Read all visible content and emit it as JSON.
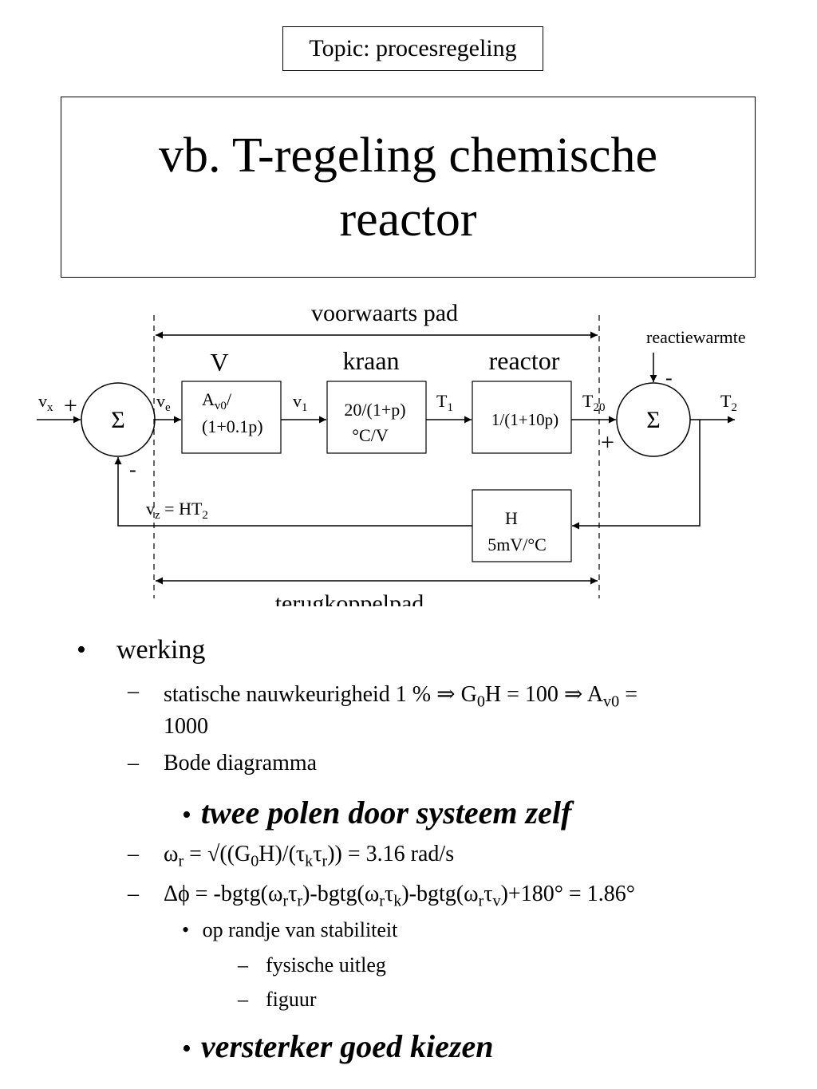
{
  "topic": "Topic: procesregeling",
  "title": {
    "line1": "vb. T-regeling chemische",
    "line2": "reactor"
  },
  "diagram": {
    "forward_path_label": "voorwaarts pad",
    "feedback_path_label": "terugkoppelpad",
    "reaction_heat_label": "reactiewarmte",
    "sum_symbol": "Σ",
    "block_labels": {
      "v": "V",
      "kraan": "kraan",
      "reactor": "reactor"
    },
    "amp_block": {
      "a": "A",
      "a_sub": "v0",
      "a_tail": "/",
      "line2": "(1+0.1p)"
    },
    "valve_block": {
      "line1": "20/(1+p)",
      "line2": "°C/V"
    },
    "reactor_block": {
      "line1": "1/(1+10p)"
    },
    "sensor_block": {
      "line1": "H",
      "line2": "5mV/°C"
    },
    "signals": {
      "vx": "v",
      "vx_sub": "x",
      "ve": "v",
      "ve_sub": "e",
      "v1": "v",
      "v1_sub": "1",
      "t1": "T",
      "t1_sub": "1",
      "t20": "T",
      "t20_sub": "20",
      "t2": "T",
      "t2_sub": "2",
      "vz": "v",
      "vz_sub": "z",
      "vz_mid": " = HT",
      "vz_sub2": "2"
    },
    "signs": {
      "plus": "+",
      "minus": "-"
    }
  },
  "bullets": {
    "werking": "werking",
    "static_a": "statische nauwkeurigheid 1 % ⇒ G",
    "static_sub0": "0",
    "static_b": "H = 100 ⇒ A",
    "static_sub1": "v0",
    "static_c": " =",
    "static_line2": "1000",
    "bode": "Bode diagramma",
    "two_poles": "twee polen door systeem zelf",
    "omega_a": "ω",
    "omega_sub_r": "r",
    "omega_b": " = √((G",
    "omega_sub_0": "0",
    "omega_c": "H)/(τ",
    "omega_sub_k": "k",
    "omega_d": "τ",
    "omega_sub_r2": "r",
    "omega_e": ")) = 3.16 rad/s",
    "phi_a": "Δϕ = -bgtg(ω",
    "phi_s1": "r",
    "phi_b": "τ",
    "phi_s2": "r",
    "phi_c": ")-bgtg(ω",
    "phi_s3": "r",
    "phi_d": "τ",
    "phi_s4": "k",
    "phi_e": ")-bgtg(ω",
    "phi_s5": "r",
    "phi_f": "τ",
    "phi_s6": "v",
    "phi_g": ")+180° = 1.86°",
    "stability": "op randje van stabiliteit",
    "physical": "fysische uitleg",
    "figure": "figuur",
    "amplifier": "versterker goed kiezen"
  },
  "markers": {
    "bullet": "•",
    "dash": "–"
  }
}
